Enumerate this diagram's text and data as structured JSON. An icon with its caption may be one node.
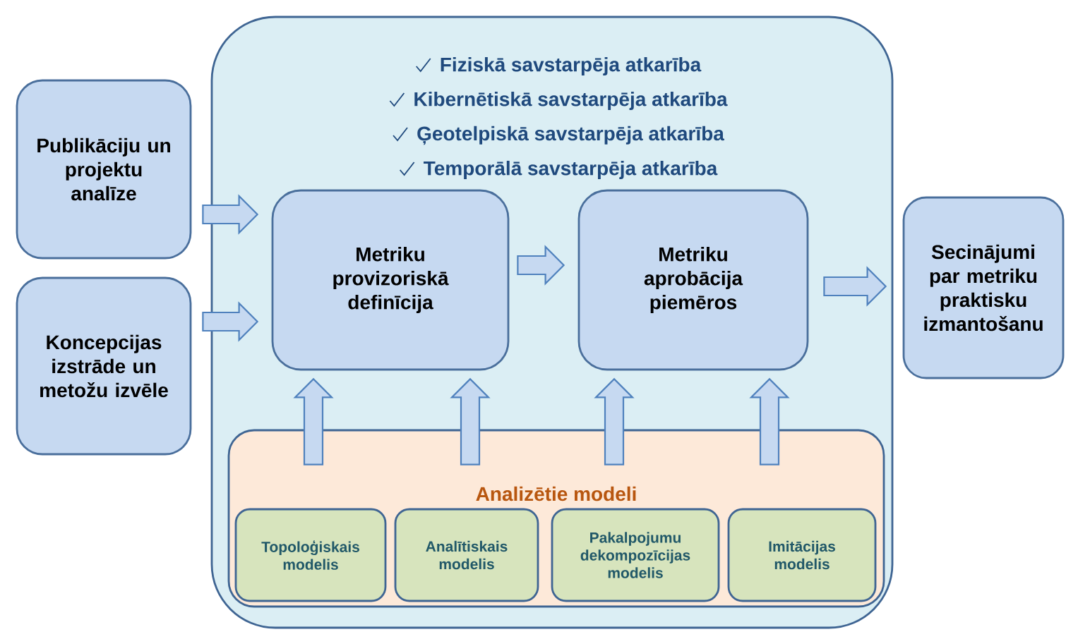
{
  "diagram": {
    "nodes": [
      {
        "text": [
          "Publikāciju un projektu analīze"
        ]
      },
      {
        "text": [
          "Koncepcijas izstrāde un metožu izvēle"
        ]
      },
      {
        "text": [
          "Fiziskā savstarpēja atkarība",
          "Kibernētiskā savstarpēja atkarība",
          "Ģeotelpiskā savstarpēja atkarība",
          "Temporālā savstarpēja atkarība"
        ]
      },
      {
        "text": [
          "Metriku provizoriskā definīcija"
        ],
        "in": 2
      },
      {
        "text": [
          "Metriku aprobācija piemēros"
        ],
        "in": 2
      },
      {
        "text": [
          "Secinājumi par metriku praktisku izmantošanu"
        ]
      },
      {
        "text": [
          "Analizētie modeli"
        ],
        "in": 2
      },
      {
        "text": [
          "Topoloģiskais modelis"
        ],
        "in": 6
      },
      {
        "text": [
          "Analītiskais modelis"
        ],
        "in": 6
      },
      {
        "text": [
          "Pakalpojumu dekompozīcijas modelis"
        ],
        "in": 6
      },
      {
        "text": [
          "Imitācijas modelis"
        ],
        "in": 6
      }
    ],
    "edges": [
      {
        "from": 0,
        "to": 3,
        "arrow": "to"
      },
      {
        "from": 1,
        "to": 3,
        "arrow": "to"
      },
      {
        "from": 3,
        "to": 4,
        "arrow": "to"
      },
      {
        "from": 4,
        "to": 5,
        "arrow": "to"
      },
      {
        "from": 6,
        "to": 3,
        "arrow": "to"
      },
      {
        "from": 6,
        "to": 3,
        "arrow": "to"
      },
      {
        "from": 6,
        "to": 4,
        "arrow": "to"
      },
      {
        "from": 6,
        "to": 4,
        "arrow": "to"
      }
    ]
  }
}
